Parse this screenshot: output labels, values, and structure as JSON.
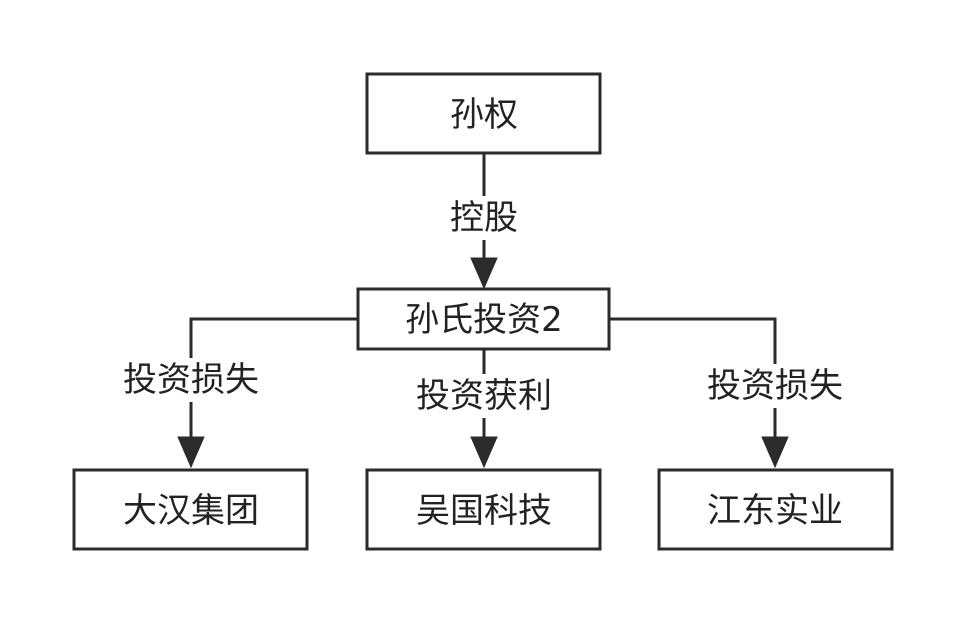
{
  "nodes": {
    "sun_quan": "孙权",
    "sun_investment": "孙氏投资2",
    "dahan_group": "大汉集团",
    "wuguo_tech": "吴国科技",
    "jiangdong_industry": "江东实业"
  },
  "edges": {
    "holding": "控股",
    "loss_left": "投资损失",
    "profit_middle": "投资获利",
    "loss_right": "投资损失"
  },
  "colors": {
    "stroke": "#2b2b2b",
    "text": "#222222",
    "background": "#ffffff"
  }
}
